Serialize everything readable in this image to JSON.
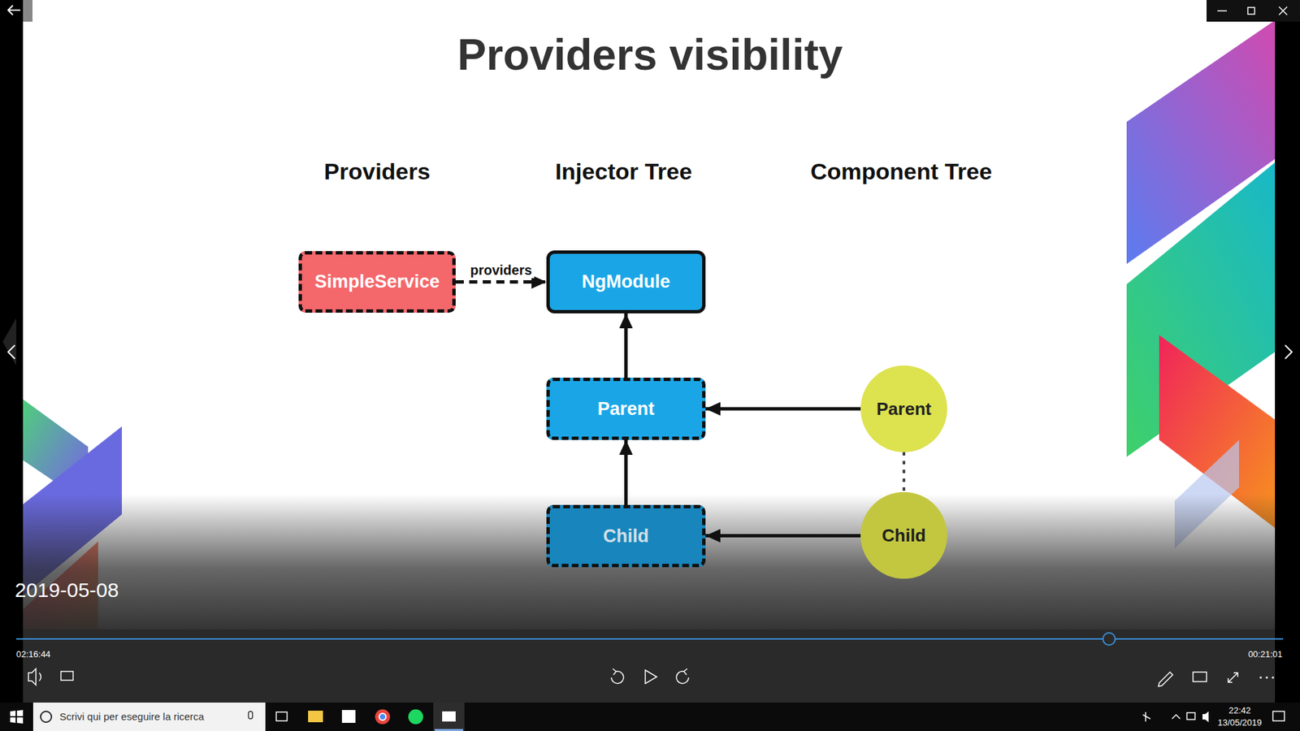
{
  "diagram": {
    "title": "Providers visibility",
    "nodes": [
      {
        "text": [
          "SimpleService"
        ]
      },
      {
        "text": [
          "NgModule"
        ]
      },
      {
        "text": [
          "Parent"
        ]
      },
      {
        "text": [
          "Child"
        ]
      },
      {
        "text": [
          "Parent"
        ]
      },
      {
        "text": [
          "Child"
        ]
      }
    ],
    "edges": [
      {
        "from": 0,
        "to": 1,
        "label": "providers",
        "arrow": "to"
      },
      {
        "from": 2,
        "to": 1,
        "arrow": "to"
      },
      {
        "from": 3,
        "to": 2,
        "arrow": "to"
      },
      {
        "from": 4,
        "to": 2,
        "arrow": "to"
      },
      {
        "from": 5,
        "to": 3,
        "arrow": "to"
      },
      {
        "from": 4,
        "to": 5,
        "arrow": "none"
      }
    ],
    "labels": [
      "Providers",
      "Injector Tree",
      "Component Tree",
      "2019-05-08",
      "02:16:44",
      "00:21:01",
      "Scrivi qui per eseguire la ricerca",
      "22:42",
      "13/05/2019"
    ]
  }
}
